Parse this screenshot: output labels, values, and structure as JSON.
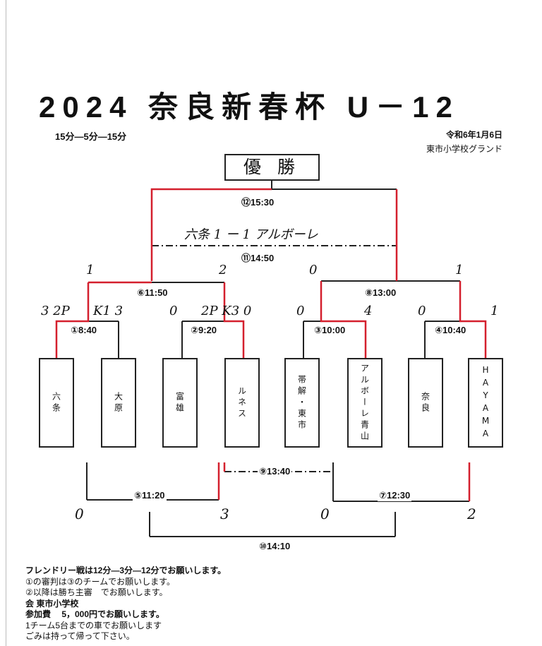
{
  "title": "2024 奈良新春杯 U－12",
  "format": "15分―5分―15分",
  "date": "令和6年1月6日",
  "venue": "東市小学校グランド",
  "champion_label": "優 勝",
  "matches": {
    "m1": "①8:40",
    "m2": "②9:20",
    "m3": "③10:00",
    "m4": "④10:40",
    "m5": "⑤11:20",
    "m6": "⑥11:50",
    "m7": "⑦12:30",
    "m8": "⑧13:00",
    "m9": "⑨13:40",
    "m10": "⑩14:10",
    "m11": "⑪14:50",
    "m12": "⑫15:30"
  },
  "teams": [
    "六条",
    "大原",
    "富雄",
    "ルネス",
    "帯解・東市",
    "アルボーレ青山",
    "奈良",
    "HAYAMA"
  ],
  "handwritten": {
    "final": "六条 1 ー 1 アルボーレ",
    "s_m6_left": "1",
    "s_m6_right": "2",
    "s_m8_left": "0",
    "s_m8_right": "1",
    "s_m1_left": "3 2P",
    "s_m1_right": "K1 3",
    "s_m2_left": "0",
    "s_m2_right": "2P K3 0",
    "s_m3_left": "0",
    "s_m3_right": "4",
    "s_m4_left": "0",
    "s_m4_right": "1",
    "s_m10_left": "0",
    "s_m10_mid": "3",
    "s_m10_mid2": "0",
    "s_m10_right": "2"
  },
  "notes": [
    "フレンドリー戦は12分―3分―12分でお願いします。",
    "①の審判は③のチームでお願いします。",
    "②以降は勝ち主審　でお願いします。",
    "会 東市小学校",
    "参加費　 5，000円でお願いします。",
    "1チーム5台までの車でお願いします",
    "ごみは持って帰って下さい。"
  ],
  "colors": {
    "line": "#222222",
    "winner": "#d41f2d"
  }
}
